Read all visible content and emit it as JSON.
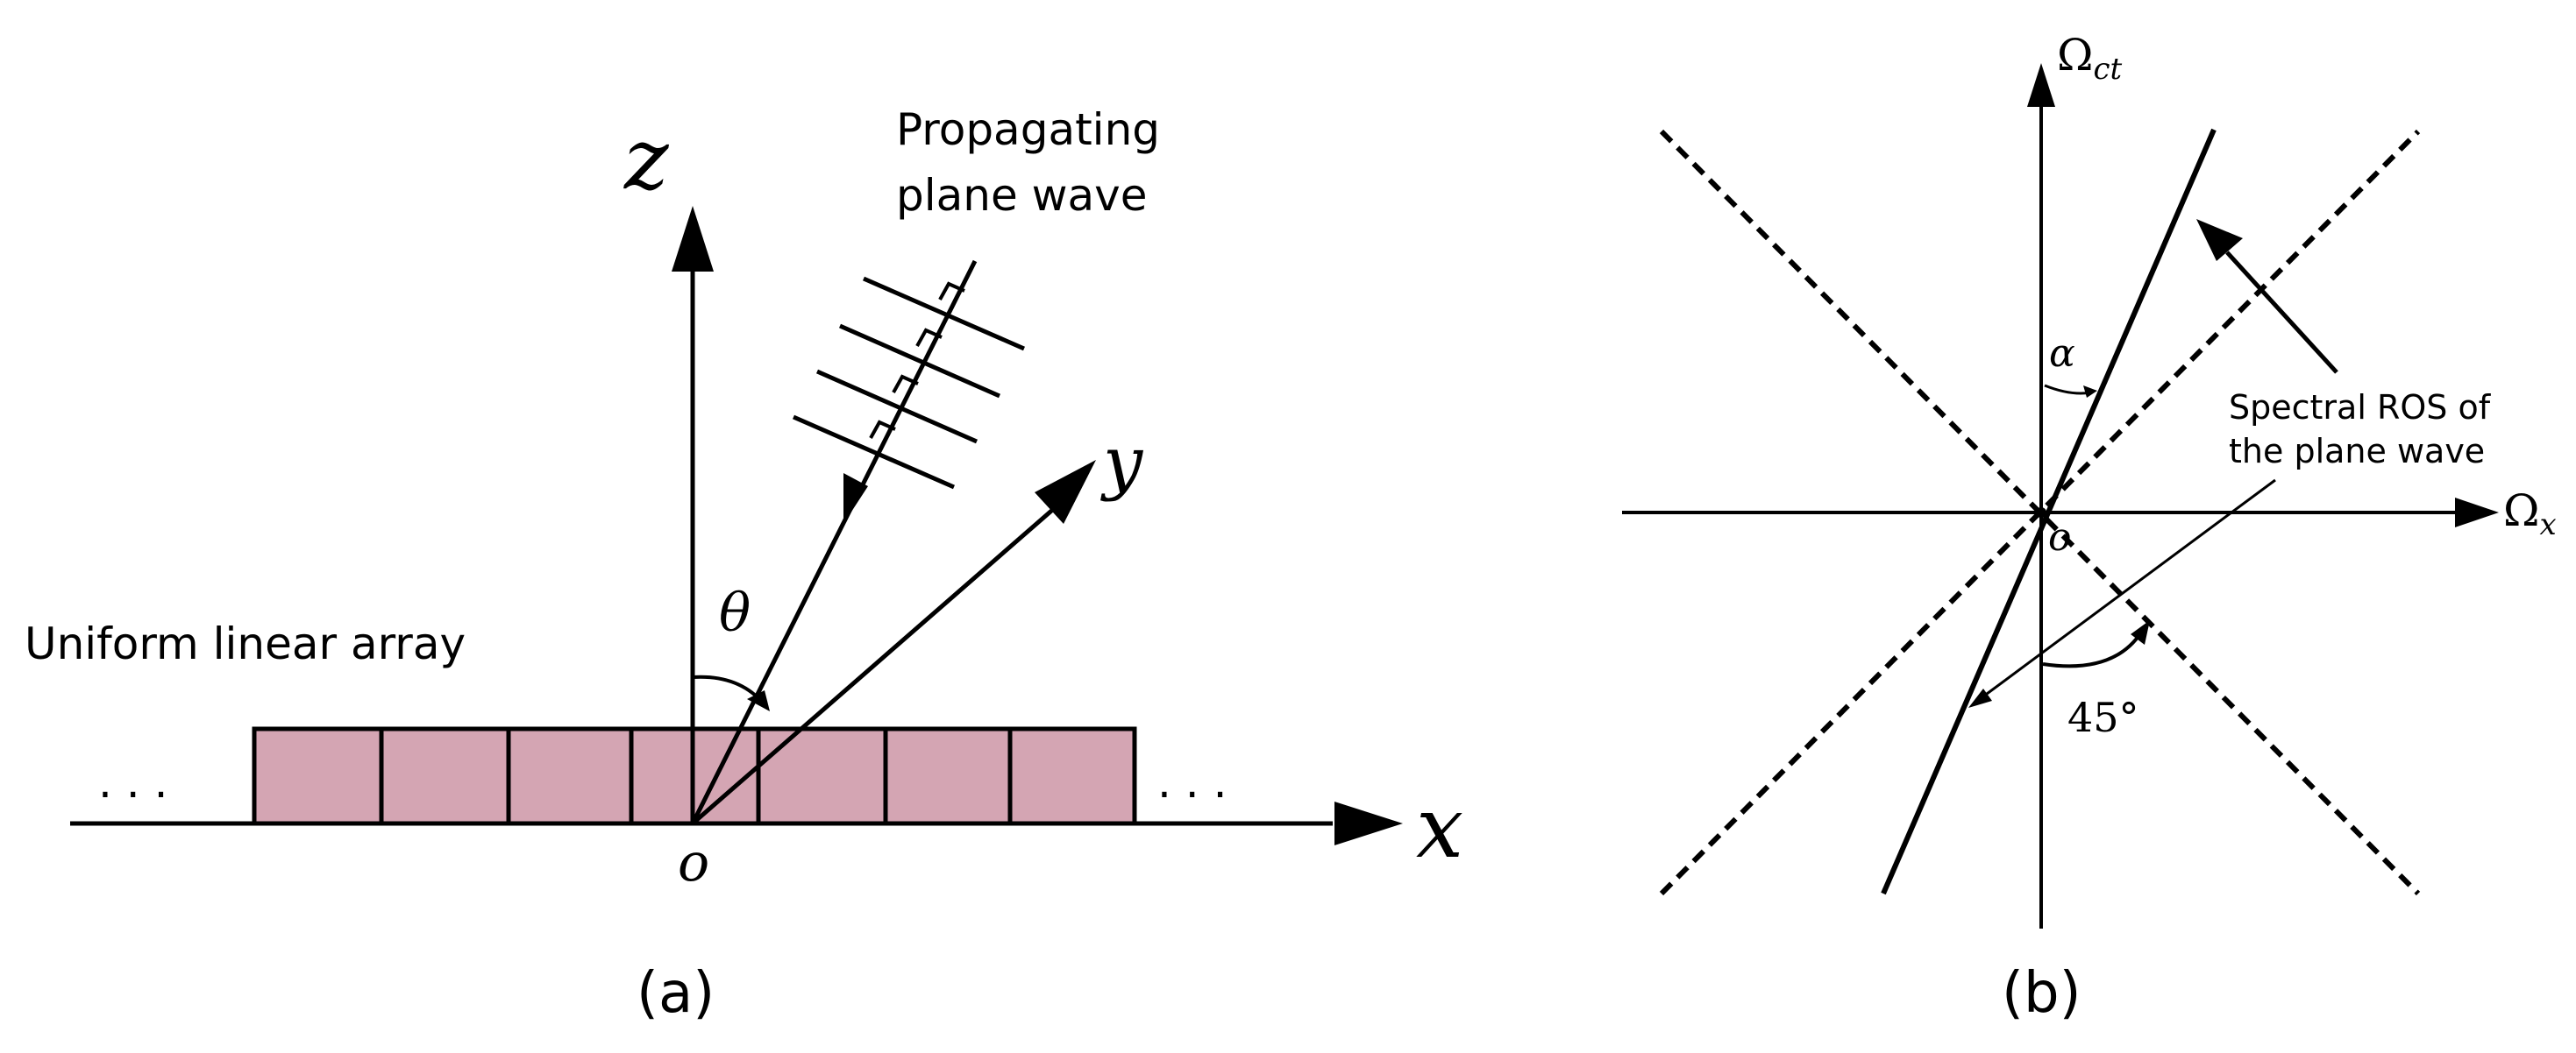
{
  "panel_a": {
    "caption": "(a)",
    "axis_z": "z",
    "axis_x": "x",
    "axis_y": "y",
    "origin": "o",
    "angle_label": "θ",
    "array_label": "Uniform linear array",
    "wave_label_line1": "Propagating",
    "wave_label_line2": "plane wave",
    "ellipsis_left": ". . .",
    "ellipsis_right": ". . .",
    "array_color": "#d4a5b3"
  },
  "panel_b": {
    "caption": "(b)",
    "axis_vertical_main": "Ω",
    "axis_vertical_sub": "ct",
    "axis_horizontal_main": "Ω",
    "axis_horizontal_sub": "x",
    "origin": "o",
    "angle_alpha": "α",
    "angle_45": "45°",
    "ros_label_line1": "Spectral ROS of",
    "ros_label_line2": "the plane wave"
  }
}
